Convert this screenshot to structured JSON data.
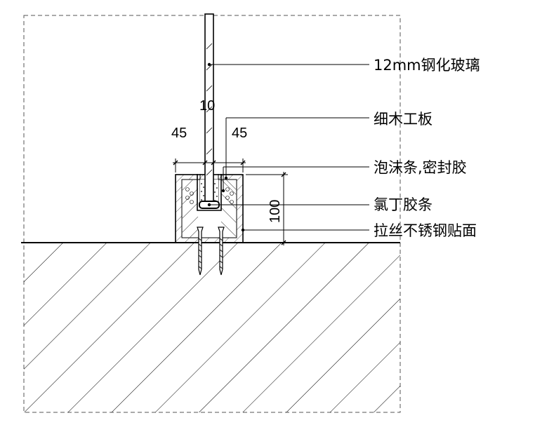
{
  "labels": {
    "glass": "12mm钢化玻璃",
    "plywood": "细木工板",
    "foam": "泡沫条,密封胶",
    "neoprene": "氯丁胶条",
    "steel": "拉丝不锈钢贴面"
  },
  "dimensions": {
    "glass_thickness": "10",
    "left_gap": "45",
    "right_gap": "45",
    "base_height": "100"
  }
}
